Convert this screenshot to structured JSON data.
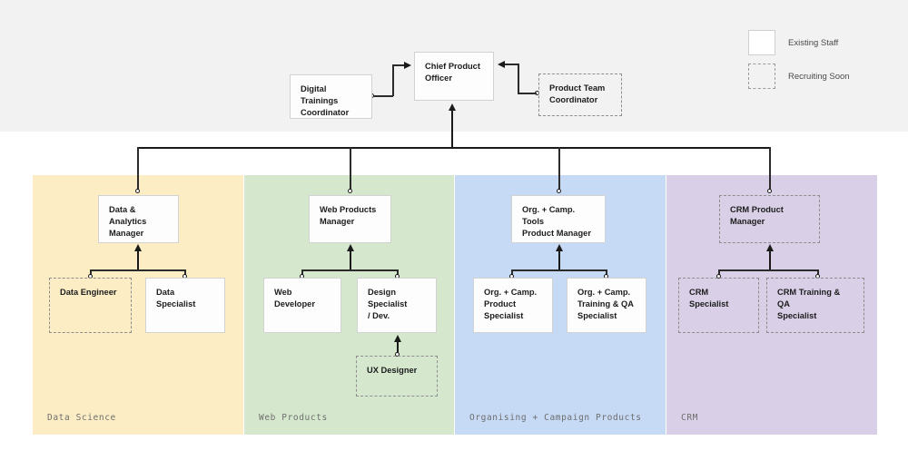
{
  "legend": {
    "items": [
      {
        "label": "Existing Staff",
        "style": "solid"
      },
      {
        "label": "Recruiting Soon",
        "style": "dashed"
      }
    ]
  },
  "top": {
    "chief": {
      "label": "Chief Product\nOfficer",
      "status": "existing"
    },
    "left_support": {
      "label": "Digital Trainings\nCoordinator",
      "status": "existing"
    },
    "right_support": {
      "label": "Product Team\nCoordinator",
      "status": "recruiting"
    }
  },
  "departments": [
    {
      "name": "Data Science",
      "color": "#fcedc5",
      "manager": {
        "label": "Data & Analytics\nManager",
        "status": "existing"
      },
      "reports": [
        {
          "label": "Data Engineer",
          "status": "recruiting"
        },
        {
          "label": "Data Specialist",
          "status": "existing"
        }
      ]
    },
    {
      "name": "Web Products",
      "color": "#d5e8ce",
      "manager": {
        "label": "Web Products\nManager",
        "status": "existing"
      },
      "reports": [
        {
          "label": "Web Developer",
          "status": "existing"
        },
        {
          "label": "Design Specialist\n/ Dev.",
          "status": "existing"
        }
      ],
      "sub_report": {
        "label": "UX Designer",
        "status": "recruiting"
      }
    },
    {
      "name": "Organising + Campaign Products",
      "color": "#c6d9f5",
      "manager": {
        "label": "Org. + Camp. Tools\nProduct Manager",
        "status": "existing"
      },
      "reports": [
        {
          "label": "Org. + Camp.\nProduct\nSpecialist",
          "status": "existing"
        },
        {
          "label": "Org. + Camp.\nTraining & QA\nSpecialist",
          "status": "existing"
        }
      ]
    },
    {
      "name": "CRM",
      "color": "#d9d0e8",
      "manager": {
        "label": "CRM Product\nManager",
        "status": "recruiting"
      },
      "reports": [
        {
          "label": "CRM Specialist",
          "status": "recruiting"
        },
        {
          "label": "CRM Training & QA\nSpecialist",
          "status": "recruiting"
        }
      ]
    }
  ],
  "colors": {
    "header_band": "#f2f2f2",
    "connector": "#2b2b2b",
    "node_border": "#d2d2d2",
    "recruiting_border": "#8e8e8e",
    "dept_label": "#6e6e6e"
  }
}
